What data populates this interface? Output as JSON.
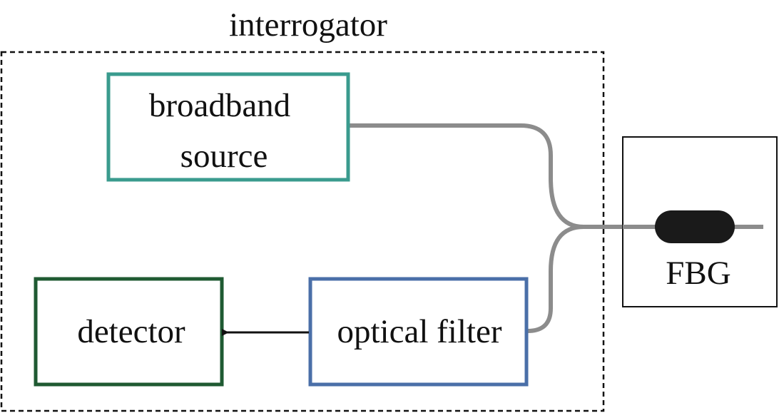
{
  "title": "interrogator",
  "blocks": {
    "source": {
      "line1": "broadband",
      "line2": "source",
      "color": "#3a9b8e"
    },
    "detector": {
      "label": "detector",
      "color": "#1f5a32"
    },
    "filter": {
      "label": "optical filter",
      "color": "#4a6fa8"
    },
    "sensor": {
      "label": "FBG",
      "color": "#000000"
    }
  },
  "fiber_color": "#8c8c8c",
  "grating_color": "#1a1a1a",
  "arrow_color": "#111111"
}
